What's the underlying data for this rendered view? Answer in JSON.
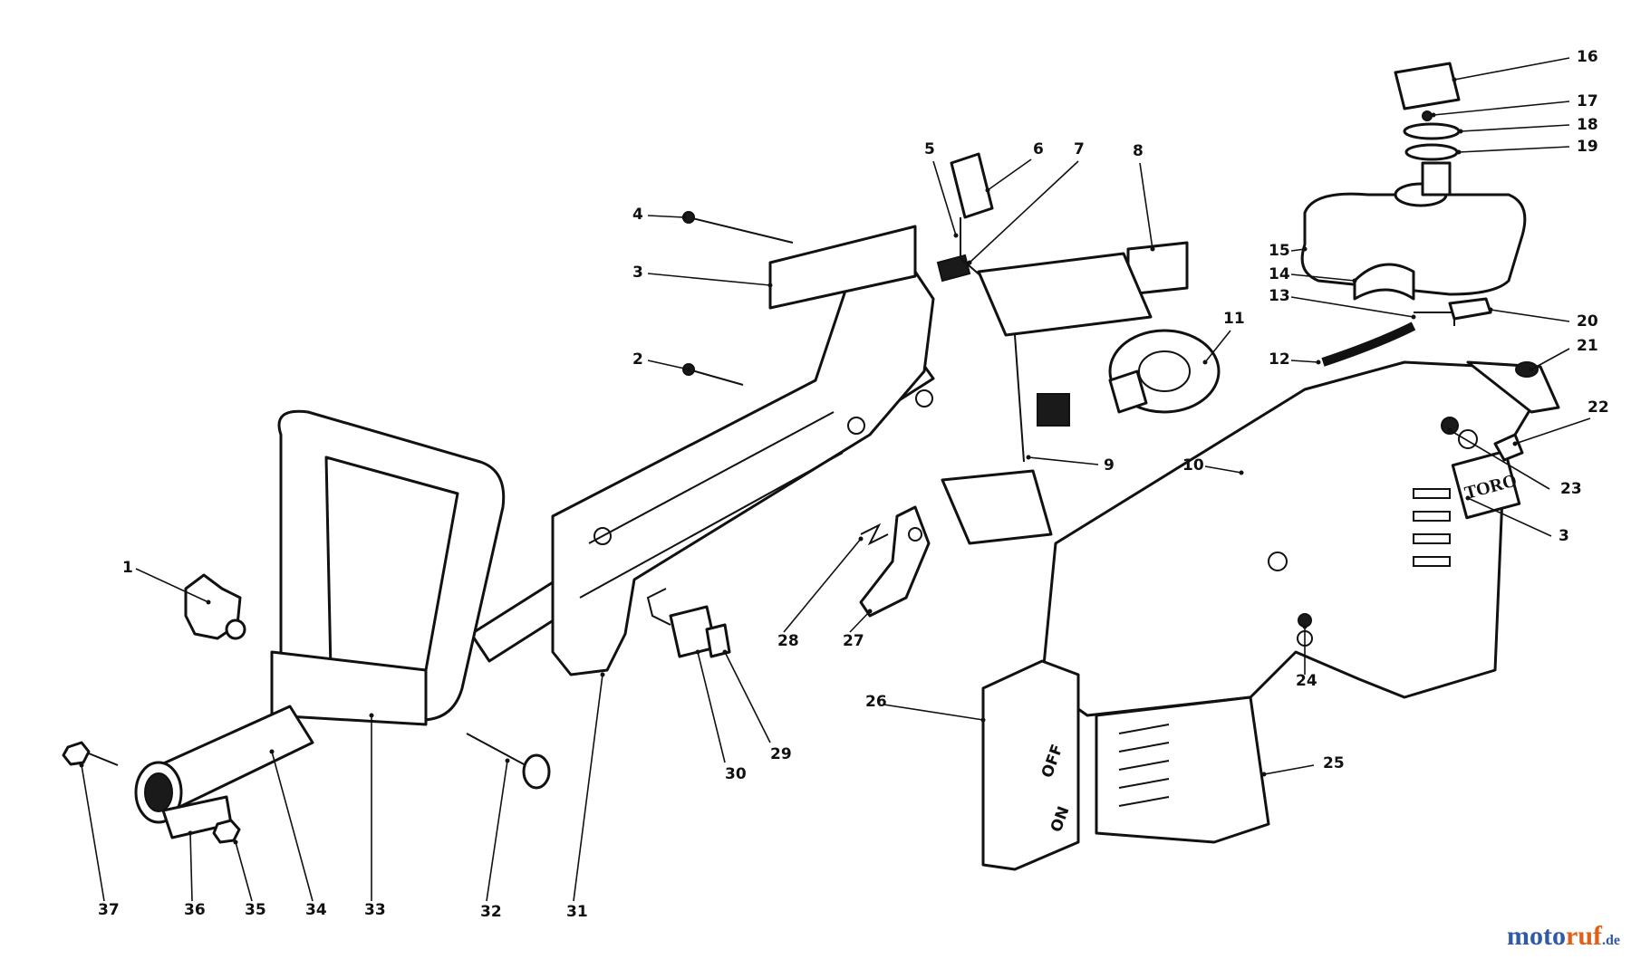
{
  "callouts": [
    {
      "id": "1",
      "label": "1"
    },
    {
      "id": "2",
      "label": "2"
    },
    {
      "id": "3a",
      "label": "3"
    },
    {
      "id": "3b",
      "label": "3"
    },
    {
      "id": "4",
      "label": "4"
    },
    {
      "id": "5",
      "label": "5"
    },
    {
      "id": "6",
      "label": "6"
    },
    {
      "id": "7",
      "label": "7"
    },
    {
      "id": "8",
      "label": "8"
    },
    {
      "id": "9",
      "label": "9"
    },
    {
      "id": "10",
      "label": "10"
    },
    {
      "id": "11",
      "label": "11"
    },
    {
      "id": "12",
      "label": "12"
    },
    {
      "id": "13",
      "label": "13"
    },
    {
      "id": "14",
      "label": "14"
    },
    {
      "id": "15",
      "label": "15"
    },
    {
      "id": "16",
      "label": "16"
    },
    {
      "id": "17",
      "label": "17"
    },
    {
      "id": "18",
      "label": "18"
    },
    {
      "id": "19",
      "label": "19"
    },
    {
      "id": "20",
      "label": "20"
    },
    {
      "id": "21",
      "label": "21"
    },
    {
      "id": "22",
      "label": "22"
    },
    {
      "id": "23",
      "label": "23"
    },
    {
      "id": "24",
      "label": "24"
    },
    {
      "id": "25",
      "label": "25"
    },
    {
      "id": "26",
      "label": "26"
    },
    {
      "id": "27",
      "label": "27"
    },
    {
      "id": "28",
      "label": "28"
    },
    {
      "id": "29",
      "label": "29"
    },
    {
      "id": "30",
      "label": "30"
    },
    {
      "id": "31",
      "label": "31"
    },
    {
      "id": "32",
      "label": "32"
    },
    {
      "id": "33",
      "label": "33"
    },
    {
      "id": "34",
      "label": "34"
    },
    {
      "id": "35",
      "label": "35"
    },
    {
      "id": "36",
      "label": "36"
    },
    {
      "id": "37",
      "label": "37"
    }
  ],
  "housing_brand": "TORO",
  "switch_labels": {
    "off": "OFF",
    "on": "ON"
  },
  "watermark": {
    "part1": "moto",
    "part2": "ruf",
    "part3": ".de"
  }
}
